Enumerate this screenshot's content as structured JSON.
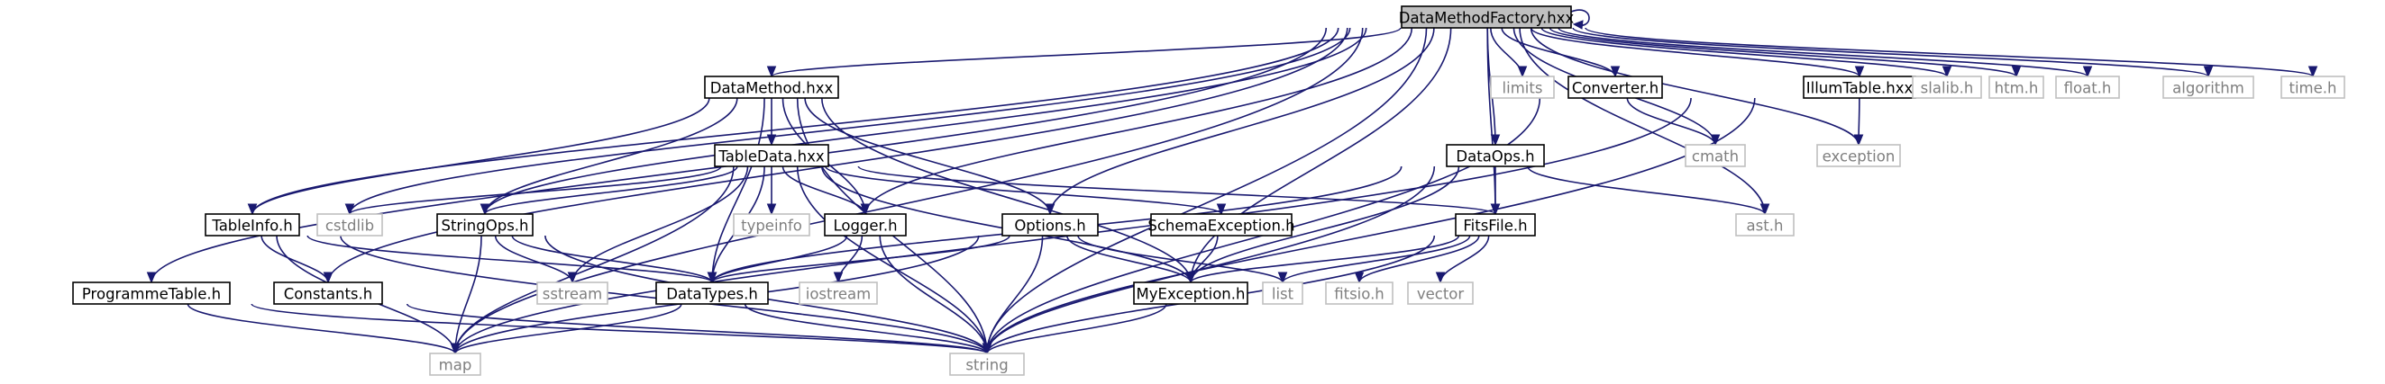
{
  "nodes": [
    {
      "id": "root",
      "label": "DataMethodFactory.hxx",
      "kind": "root"
    },
    {
      "id": "datamethod",
      "label": "DataMethod.hxx",
      "kind": "project"
    },
    {
      "id": "limits",
      "label": "limits",
      "kind": "system"
    },
    {
      "id": "converter",
      "label": "Converter.h",
      "kind": "project"
    },
    {
      "id": "illumtable",
      "label": "IllumTable.hxx",
      "kind": "project"
    },
    {
      "id": "slalib",
      "label": "slalib.h",
      "kind": "system"
    },
    {
      "id": "htm",
      "label": "htm.h",
      "kind": "system"
    },
    {
      "id": "float",
      "label": "float.h",
      "kind": "system"
    },
    {
      "id": "algorithm",
      "label": "algorithm",
      "kind": "system"
    },
    {
      "id": "time",
      "label": "time.h",
      "kind": "system"
    },
    {
      "id": "tabledata",
      "label": "TableData.hxx",
      "kind": "project"
    },
    {
      "id": "cmath",
      "label": "cmath",
      "kind": "system"
    },
    {
      "id": "exception",
      "label": "exception",
      "kind": "system"
    },
    {
      "id": "dataops",
      "label": "DataOps.h",
      "kind": "project"
    },
    {
      "id": "tableinfo",
      "label": "TableInfo.h",
      "kind": "project"
    },
    {
      "id": "cstdlib",
      "label": "cstdlib",
      "kind": "system"
    },
    {
      "id": "stringops",
      "label": "StringOps.h",
      "kind": "project"
    },
    {
      "id": "typeinfo",
      "label": "typeinfo",
      "kind": "system"
    },
    {
      "id": "logger",
      "label": "Logger.h",
      "kind": "project"
    },
    {
      "id": "options",
      "label": "Options.h",
      "kind": "project"
    },
    {
      "id": "schemaexception",
      "label": "SchemaException.h",
      "kind": "project"
    },
    {
      "id": "fitsfile",
      "label": "FitsFile.h",
      "kind": "project"
    },
    {
      "id": "ast",
      "label": "ast.h",
      "kind": "system"
    },
    {
      "id": "constants",
      "label": "Constants.h",
      "kind": "project"
    },
    {
      "id": "sstream",
      "label": "sstream",
      "kind": "system"
    },
    {
      "id": "iostream",
      "label": "iostream",
      "kind": "system"
    },
    {
      "id": "datatypes",
      "label": "DataTypes.h",
      "kind": "project"
    },
    {
      "id": "list",
      "label": "list",
      "kind": "system"
    },
    {
      "id": "myexception",
      "label": "MyException.h",
      "kind": "project"
    },
    {
      "id": "fitsio",
      "label": "fitsio.h",
      "kind": "system"
    },
    {
      "id": "vector",
      "label": "vector",
      "kind": "system"
    },
    {
      "id": "programmetable",
      "label": "ProgrammeTable.h",
      "kind": "project"
    },
    {
      "id": "map",
      "label": "map",
      "kind": "system"
    },
    {
      "id": "string",
      "label": "string",
      "kind": "system"
    }
  ],
  "edges": [
    [
      "root",
      "root"
    ],
    [
      "root",
      "datamethod"
    ],
    [
      "root",
      "limits"
    ],
    [
      "root",
      "converter"
    ],
    [
      "root",
      "illumtable"
    ],
    [
      "root",
      "slalib"
    ],
    [
      "root",
      "htm"
    ],
    [
      "root",
      "float"
    ],
    [
      "root",
      "algorithm"
    ],
    [
      "root",
      "time"
    ],
    [
      "root",
      "cmath"
    ],
    [
      "root",
      "exception"
    ],
    [
      "root",
      "dataops"
    ],
    [
      "root",
      "tableinfo"
    ],
    [
      "root",
      "cstdlib"
    ],
    [
      "root",
      "stringops"
    ],
    [
      "root",
      "logger"
    ],
    [
      "root",
      "options"
    ],
    [
      "root",
      "fitsfile"
    ],
    [
      "root",
      "ast"
    ],
    [
      "root",
      "constants"
    ],
    [
      "root",
      "myexception"
    ],
    [
      "root",
      "programmetable"
    ],
    [
      "root",
      "map"
    ],
    [
      "root",
      "string"
    ],
    [
      "datamethod",
      "tabledata"
    ],
    [
      "datamethod",
      "tableinfo"
    ],
    [
      "datamethod",
      "stringops"
    ],
    [
      "datamethod",
      "logger"
    ],
    [
      "datamethod",
      "options"
    ],
    [
      "datamethod",
      "datatypes"
    ],
    [
      "datamethod",
      "myexception"
    ],
    [
      "datamethod",
      "string"
    ],
    [
      "tabledata",
      "cstdlib"
    ],
    [
      "tabledata",
      "stringops"
    ],
    [
      "tabledata",
      "typeinfo"
    ],
    [
      "tabledata",
      "logger"
    ],
    [
      "tabledata",
      "schemaexception"
    ],
    [
      "tabledata",
      "fitsfile"
    ],
    [
      "tabledata",
      "sstream"
    ],
    [
      "tabledata",
      "datatypes"
    ],
    [
      "tabledata",
      "myexception"
    ],
    [
      "tabledata",
      "map"
    ],
    [
      "tabledata",
      "string"
    ],
    [
      "converter",
      "cmath"
    ],
    [
      "converter",
      "string"
    ],
    [
      "illumtable",
      "exception"
    ],
    [
      "illumtable",
      "map"
    ],
    [
      "illumtable",
      "string"
    ],
    [
      "dataops",
      "fitsfile"
    ],
    [
      "dataops",
      "ast"
    ],
    [
      "dataops",
      "datatypes"
    ],
    [
      "dataops",
      "myexception"
    ],
    [
      "dataops",
      "string"
    ],
    [
      "tableinfo",
      "constants"
    ],
    [
      "tableinfo",
      "datatypes"
    ],
    [
      "tableinfo",
      "map"
    ],
    [
      "tableinfo",
      "string"
    ],
    [
      "stringops",
      "sstream"
    ],
    [
      "stringops",
      "datatypes"
    ],
    [
      "stringops",
      "map"
    ],
    [
      "stringops",
      "string"
    ],
    [
      "logger",
      "iostream"
    ],
    [
      "logger",
      "datatypes"
    ],
    [
      "logger",
      "string"
    ],
    [
      "options",
      "datatypes"
    ],
    [
      "options",
      "list"
    ],
    [
      "options",
      "myexception"
    ],
    [
      "options",
      "map"
    ],
    [
      "options",
      "string"
    ],
    [
      "schemaexception",
      "myexception"
    ],
    [
      "fitsfile",
      "list"
    ],
    [
      "fitsfile",
      "myexception"
    ],
    [
      "fitsfile",
      "fitsio"
    ],
    [
      "fitsfile",
      "vector"
    ],
    [
      "fitsfile",
      "string"
    ],
    [
      "constants",
      "string"
    ],
    [
      "datatypes",
      "map"
    ],
    [
      "datatypes",
      "string"
    ],
    [
      "myexception",
      "string"
    ],
    [
      "programmetable",
      "map"
    ],
    [
      "programmetable",
      "string"
    ]
  ]
}
